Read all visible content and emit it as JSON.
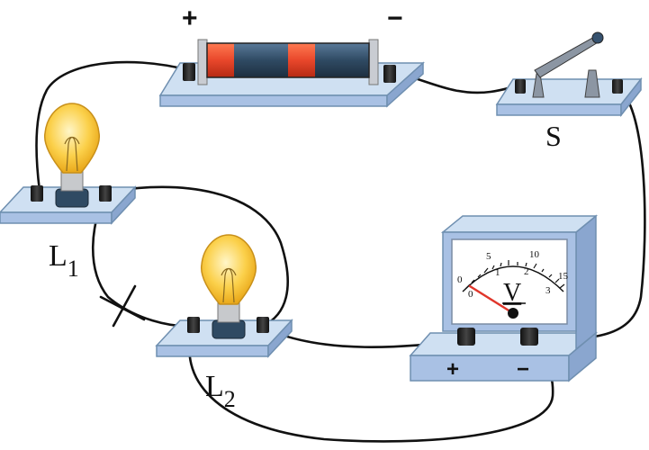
{
  "battery": {
    "plus": "+",
    "minus": "−"
  },
  "switch": {
    "label": "S"
  },
  "bulb1": {
    "label": "L",
    "sub": "1"
  },
  "bulb2": {
    "label": "L",
    "sub": "2"
  },
  "voltmeter": {
    "symbol": "V",
    "plus": "+",
    "minus": "−",
    "scale_outer": [
      "0",
      "5",
      "10",
      "15"
    ],
    "scale_inner": [
      "0",
      "1",
      "2",
      "3"
    ]
  },
  "break_mark": "×",
  "colors": {
    "battery_red": "#e8472b",
    "battery_blue": "#2f4a63",
    "base_blue": "#cfe0f2",
    "meter_case": "#a9c1e4",
    "bulb_glass": "#fbd04a",
    "wire": "#111111"
  }
}
